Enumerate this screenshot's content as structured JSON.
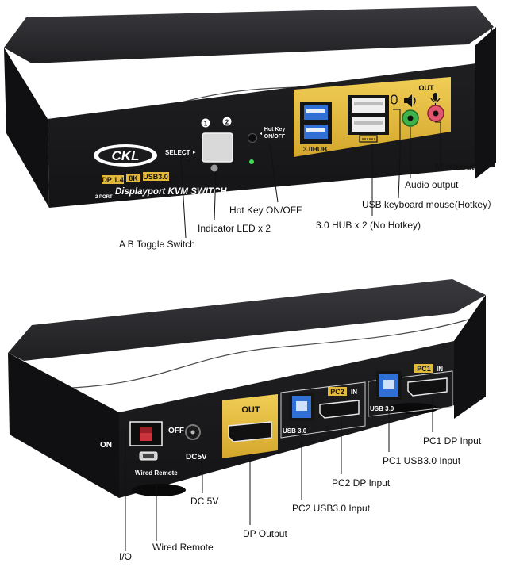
{
  "colors": {
    "background": "#ffffff",
    "body_dark": "#1c1c1e",
    "body_top": "#2b2b2e",
    "gold_panel": "#e2b93b",
    "usb3_blue": "#2f6fd6",
    "audio_green": "#3bb34a",
    "mic_pink": "#e3546e"
  },
  "front_device": {
    "brand": "CKL",
    "badges": [
      "DP 1.4",
      "8K",
      "USB3.0"
    ],
    "model_line_port": "2 PORT",
    "model_line_name": "Displayport KVM SWITCH",
    "select_label": "SELECT",
    "port_numbers": [
      "1",
      "2"
    ],
    "hotkey_label_line1": "Hot Key",
    "hotkey_label_line2": "ON/OFF",
    "hub_label": "3.0HUB",
    "out_label": "OUT"
  },
  "front_callouts": [
    {
      "name": "micro-output-callout",
      "text": "Micro output"
    },
    {
      "name": "audio-output-callout",
      "text": "Audio output"
    },
    {
      "name": "usb-keyboard-mouse-callout",
      "text": "USB keyboard mouse(Hotkey）"
    },
    {
      "name": "hub-callout",
      "text": "3.0 HUB x 2 (No Hotkey)"
    },
    {
      "name": "hotkey-callout",
      "text": "Hot Key ON/OFF"
    },
    {
      "name": "indicator-led-callout",
      "text": "Indicator LED x 2"
    },
    {
      "name": "toggle-switch-callout",
      "text": "A B Toggle Switch"
    }
  ],
  "rear_device": {
    "on_label": "ON",
    "off_label": "OFF",
    "dc_label": "DC5V",
    "wired_remote_label": "Wired Remote",
    "out_label": "OUT",
    "pc2_label": "PC2",
    "pc1_label": "PC1",
    "in_label": "IN",
    "usb_label": "USB 3.0"
  },
  "rear_callouts": [
    {
      "name": "pc1-dp-input-callout",
      "text": "PC1 DP Input"
    },
    {
      "name": "pc1-usb-input-callout",
      "text": "PC1 USB3.0 Input"
    },
    {
      "name": "pc2-dp-input-callout",
      "text": "PC2 DP Input"
    },
    {
      "name": "pc2-usb-input-callout",
      "text": "PC2 USB3.0 Input"
    },
    {
      "name": "dc5v-callout",
      "text": "DC 5V"
    },
    {
      "name": "dp-output-callout",
      "text": "DP Output"
    },
    {
      "name": "wired-remote-callout",
      "text": "Wired Remote"
    },
    {
      "name": "io-callout",
      "text": "I/O"
    }
  ]
}
